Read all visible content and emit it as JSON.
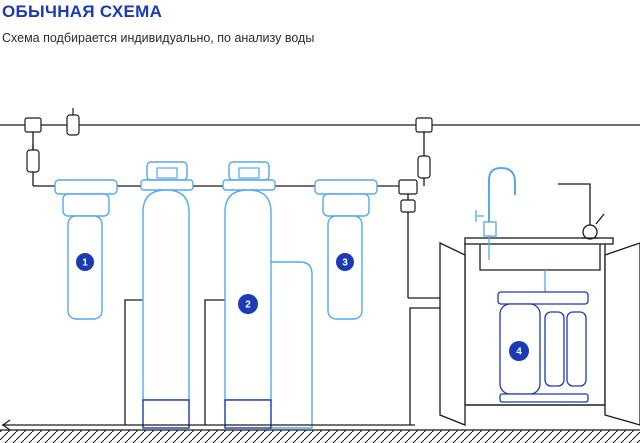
{
  "header": {
    "title": "ОБЫЧНАЯ СХЕМА",
    "subtitle": "Схема подбирается индивидуально, по анализу воды"
  },
  "labels": {
    "filter_1": "1",
    "filter_2": "2",
    "filter_3": "3",
    "filter_4": "4"
  },
  "colors": {
    "brand": "#1a3bb3",
    "accent": "#55a8f0",
    "line": "#1a1a1a",
    "badge": "#1a3bb3"
  },
  "icons": {
    "drain": "arrow-left-icon"
  }
}
